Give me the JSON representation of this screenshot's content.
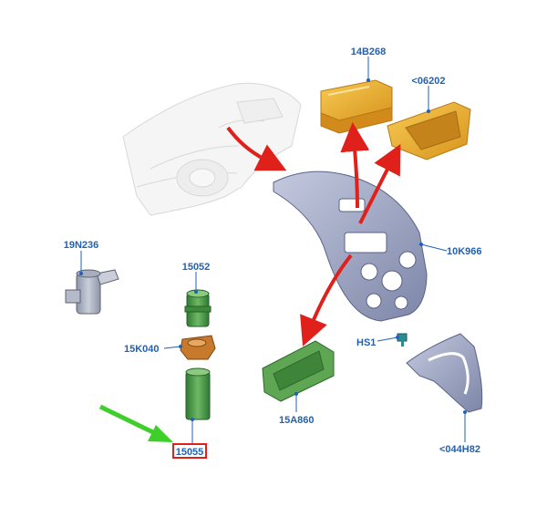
{
  "parts": {
    "p14B268": "14B268",
    "p06202": "<06202",
    "p10K966": "10K966",
    "pHS1": "HS1",
    "p044H82": "<044H82",
    "p15A860": "15A860",
    "p19N236": "19N236",
    "p15052": "15052",
    "p15K040": "15K040",
    "p15055": "15055"
  },
  "highlighted_part": "15055",
  "colors": {
    "label": "#1f62b5",
    "flow_arrow": "#e0201a",
    "pointer_arrow": "#3ecf2a",
    "highlight_box": "#e0201a",
    "yellow_part": "#f2b632",
    "green_part": "#4f9a4a",
    "orange_part": "#c77a2b",
    "bezel": "#9aa2c0",
    "ghost_dash": "#dcdcdc"
  }
}
